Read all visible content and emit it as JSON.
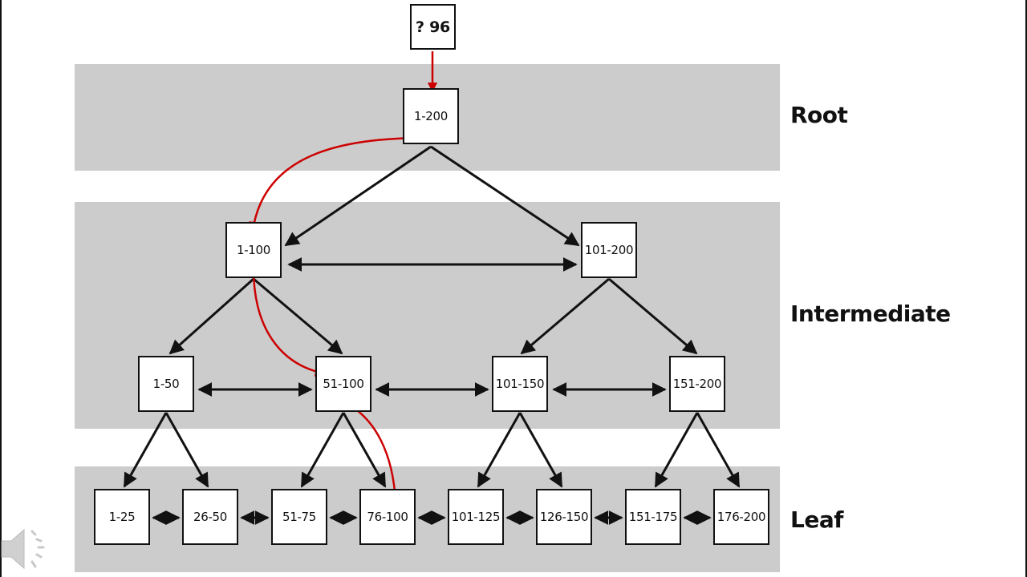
{
  "query": {
    "label": "? 96"
  },
  "levels": {
    "root": "Root",
    "intermediate": "Intermediate",
    "leaf": "Leaf"
  },
  "nodes": {
    "root": "1-200",
    "inter1": [
      "1-100",
      "101-200"
    ],
    "inter2": [
      "1-50",
      "51-100",
      "101-150",
      "151-200"
    ],
    "leaves": [
      "1-25",
      "26-50",
      "51-75",
      "76-100",
      "101-125",
      "126-150",
      "151-175",
      "176-200"
    ]
  },
  "search_path": [
    "? 96",
    "1-200",
    "1-100",
    "51-100",
    "76-100"
  ],
  "colors": {
    "band": "#cccccc",
    "edge": "#111111",
    "search_path": "#cc0000"
  },
  "icons": {
    "audio": "speaker-icon"
  }
}
